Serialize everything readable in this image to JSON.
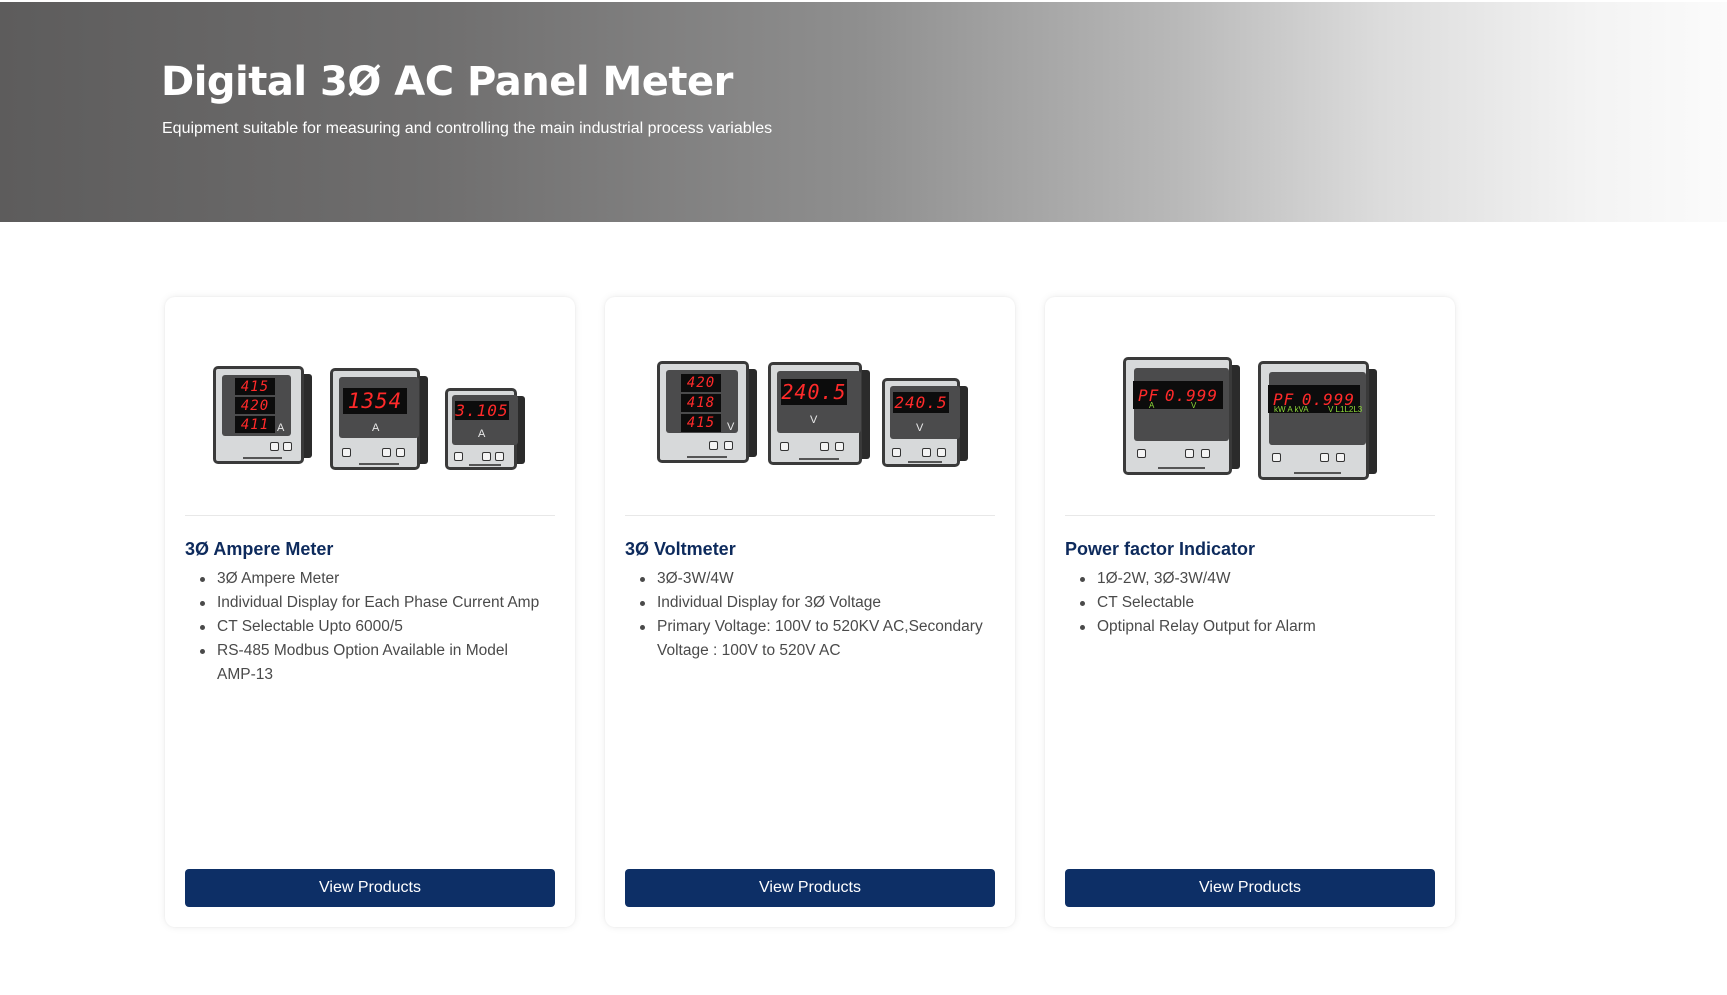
{
  "hero": {
    "title": "Digital 3Ø AC Panel Meter",
    "subtitle": "Equipment suitable for measuring and controlling the main industrial process variables",
    "gradient_start": "#5d5c5c",
    "gradient_end": "#fbfbfb"
  },
  "colors": {
    "accent": "#0d2f66",
    "title": "#0d2a5c",
    "text": "#4a4a4a"
  },
  "cards": [
    {
      "title": "3Ø Ampere Meter",
      "features": [
        "3Ø Ampere Meter",
        "Individual Display for Each Phase Current Amp",
        "CT Selectable Upto 6000/5",
        "RS-485 Modbus Option Available in Model AMP-13"
      ],
      "button_label": "View Products",
      "image": {
        "alt": "three ampere panel meters",
        "meters": [
          {
            "displays": [
              "415",
              "420",
              "411"
            ],
            "unit": "A"
          },
          {
            "displays": [
              "1354"
            ],
            "unit": "A"
          },
          {
            "displays": [
              "3.105"
            ],
            "unit": "A"
          }
        ]
      }
    },
    {
      "title": "3Ø Voltmeter",
      "features": [
        "3Ø-3W/4W",
        "Individual Display for 3Ø Voltage",
        "Primary Voltage: 100V to 520KV AC,Secondary Voltage : 100V to 520V AC"
      ],
      "button_label": "View Products",
      "image": {
        "alt": "three voltmeter panel meters",
        "meters": [
          {
            "displays": [
              "420",
              "418",
              "415"
            ],
            "unit": "V"
          },
          {
            "displays": [
              "240.5"
            ],
            "unit": "V"
          },
          {
            "displays": [
              "240.5"
            ],
            "unit": "V"
          }
        ]
      }
    },
    {
      "title": "Power factor Indicator",
      "features": [
        "1Ø-2W, 3Ø-3W/4W",
        "CT Selectable",
        "Optipnal Relay Output for Alarm"
      ],
      "button_label": "View Products",
      "image": {
        "alt": "two power factor indicator meters",
        "meters": [
          {
            "displays": [
              "PF",
              "0.999"
            ],
            "unit": "A V"
          },
          {
            "displays": [
              "PF",
              "0.999"
            ],
            "unit": "A V"
          }
        ]
      }
    }
  ]
}
